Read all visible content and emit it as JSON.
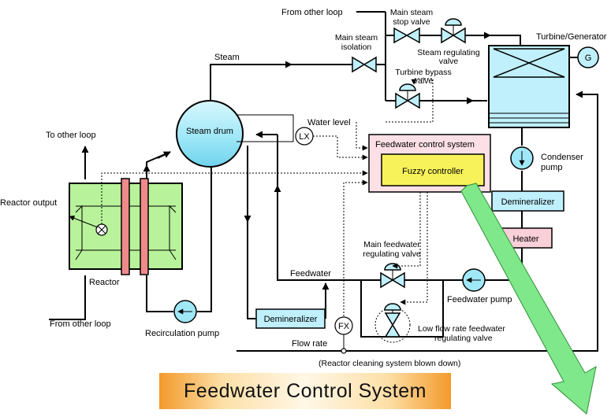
{
  "title": "Feedwater Control System",
  "labels": {
    "from_other_loop_top": "From other loop",
    "main_steam_stop_valve_1": "Main steam",
    "main_steam_stop_valve_2": "stop valve",
    "main_steam_isolation_1": "Main steam",
    "main_steam_isolation_2": "isolation",
    "steam_regulating_valve_1": "Steam regulating",
    "steam_regulating_valve_2": "valve",
    "turbine_bypass_valve_1": "Turbine bypass",
    "turbine_bypass_valve_2": "valve",
    "turbine_generator": "Turbine/Generator",
    "generator_symbol": "G",
    "steam": "Steam",
    "steam_drum": "Steam drum",
    "water_level": "Water level",
    "lx": "LX",
    "to_other_loop": "To other loop",
    "reactor_output": "Reactor output",
    "reactor": "Reactor",
    "feedwater_control_system": "Feedwater control system",
    "fuzzy_controller": "Fuzzy controller",
    "condenser_pump_1": "Condenser",
    "condenser_pump_2": "pump",
    "demineralizer_right": "Demineralizer",
    "heater": "Heater",
    "main_fw_reg_valve_1": "Main feedwater",
    "main_fw_reg_valve_2": "regulating valve",
    "feedwater": "Feedwater",
    "feedwater_pump": "Feedwater pump",
    "from_other_loop_bottom": "From other loop",
    "recirculation_pump": "Recirculation pump",
    "demineralizer_left": "Demineralizer",
    "fx": "FX",
    "low_flow_valve_1": "Low flow rate feedwater",
    "low_flow_valve_2": "regulating valve",
    "flow_rate": "Flow rate",
    "reactor_cleaning": "(Reactor cleaning system blown down)"
  },
  "colors": {
    "steam_drum": "#9fe8f8",
    "turbine_body": "#bff0fb",
    "reactor_body": "#b8f29a",
    "fuel_rods": "#f08a8a",
    "control_box": "#fce0e6",
    "fuzzy_box": "#f7f25a",
    "demineralizer": "#bff0fb",
    "heater": "#f9cfd8",
    "pump": "#9fe8f8",
    "arrow_green": "#7fe88a",
    "banner": "#f39a2c"
  }
}
